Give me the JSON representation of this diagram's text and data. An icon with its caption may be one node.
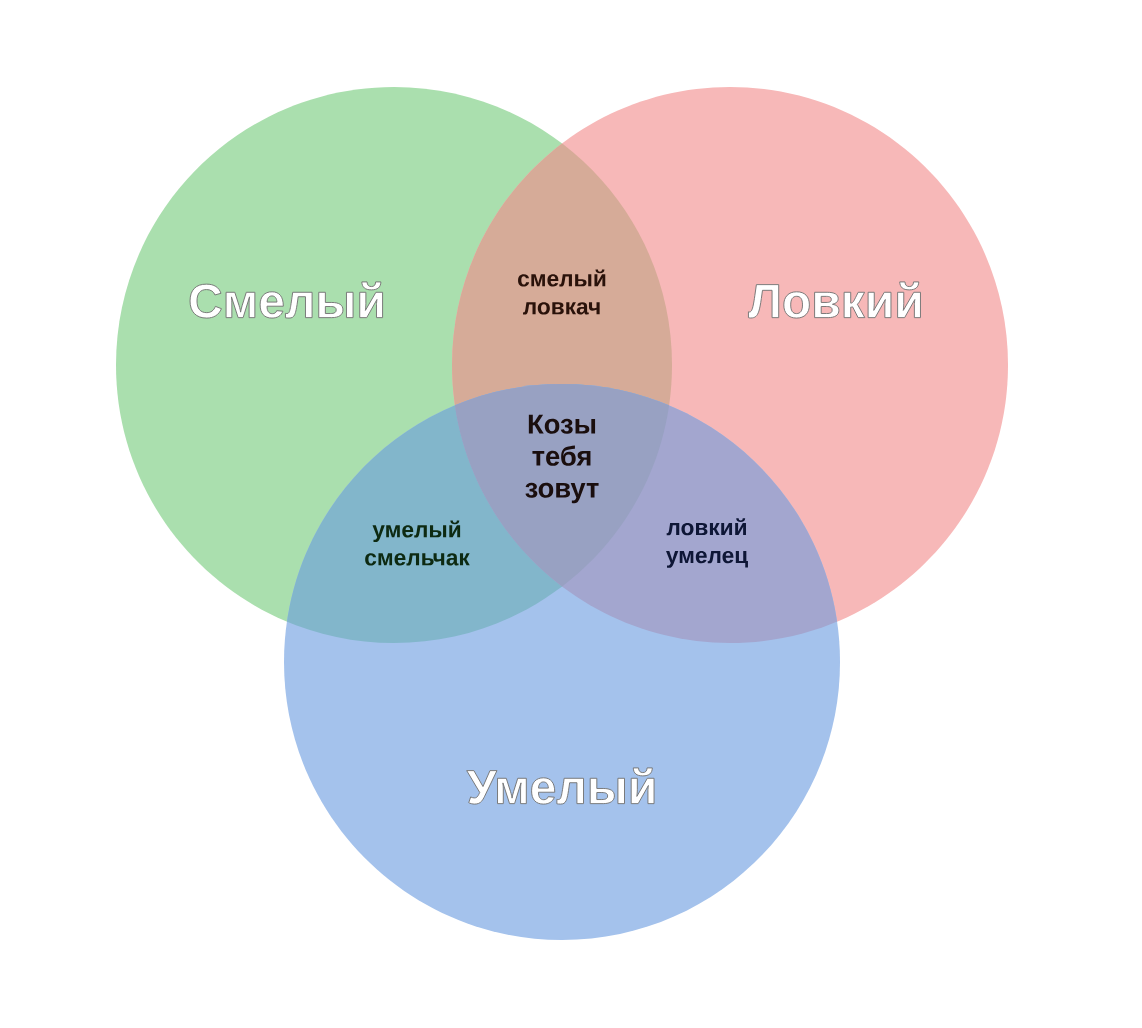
{
  "diagram": {
    "nodes": [
      {
        "text": [
          "Смелый"
        ]
      },
      {
        "text": [
          "Ловкий"
        ]
      },
      {
        "text": [
          "Умелый"
        ]
      }
    ],
    "labels": [
      "смелый ловкач",
      "Козы тебя зовут",
      "умелый смельчак",
      "ловкий умелец"
    ]
  }
}
